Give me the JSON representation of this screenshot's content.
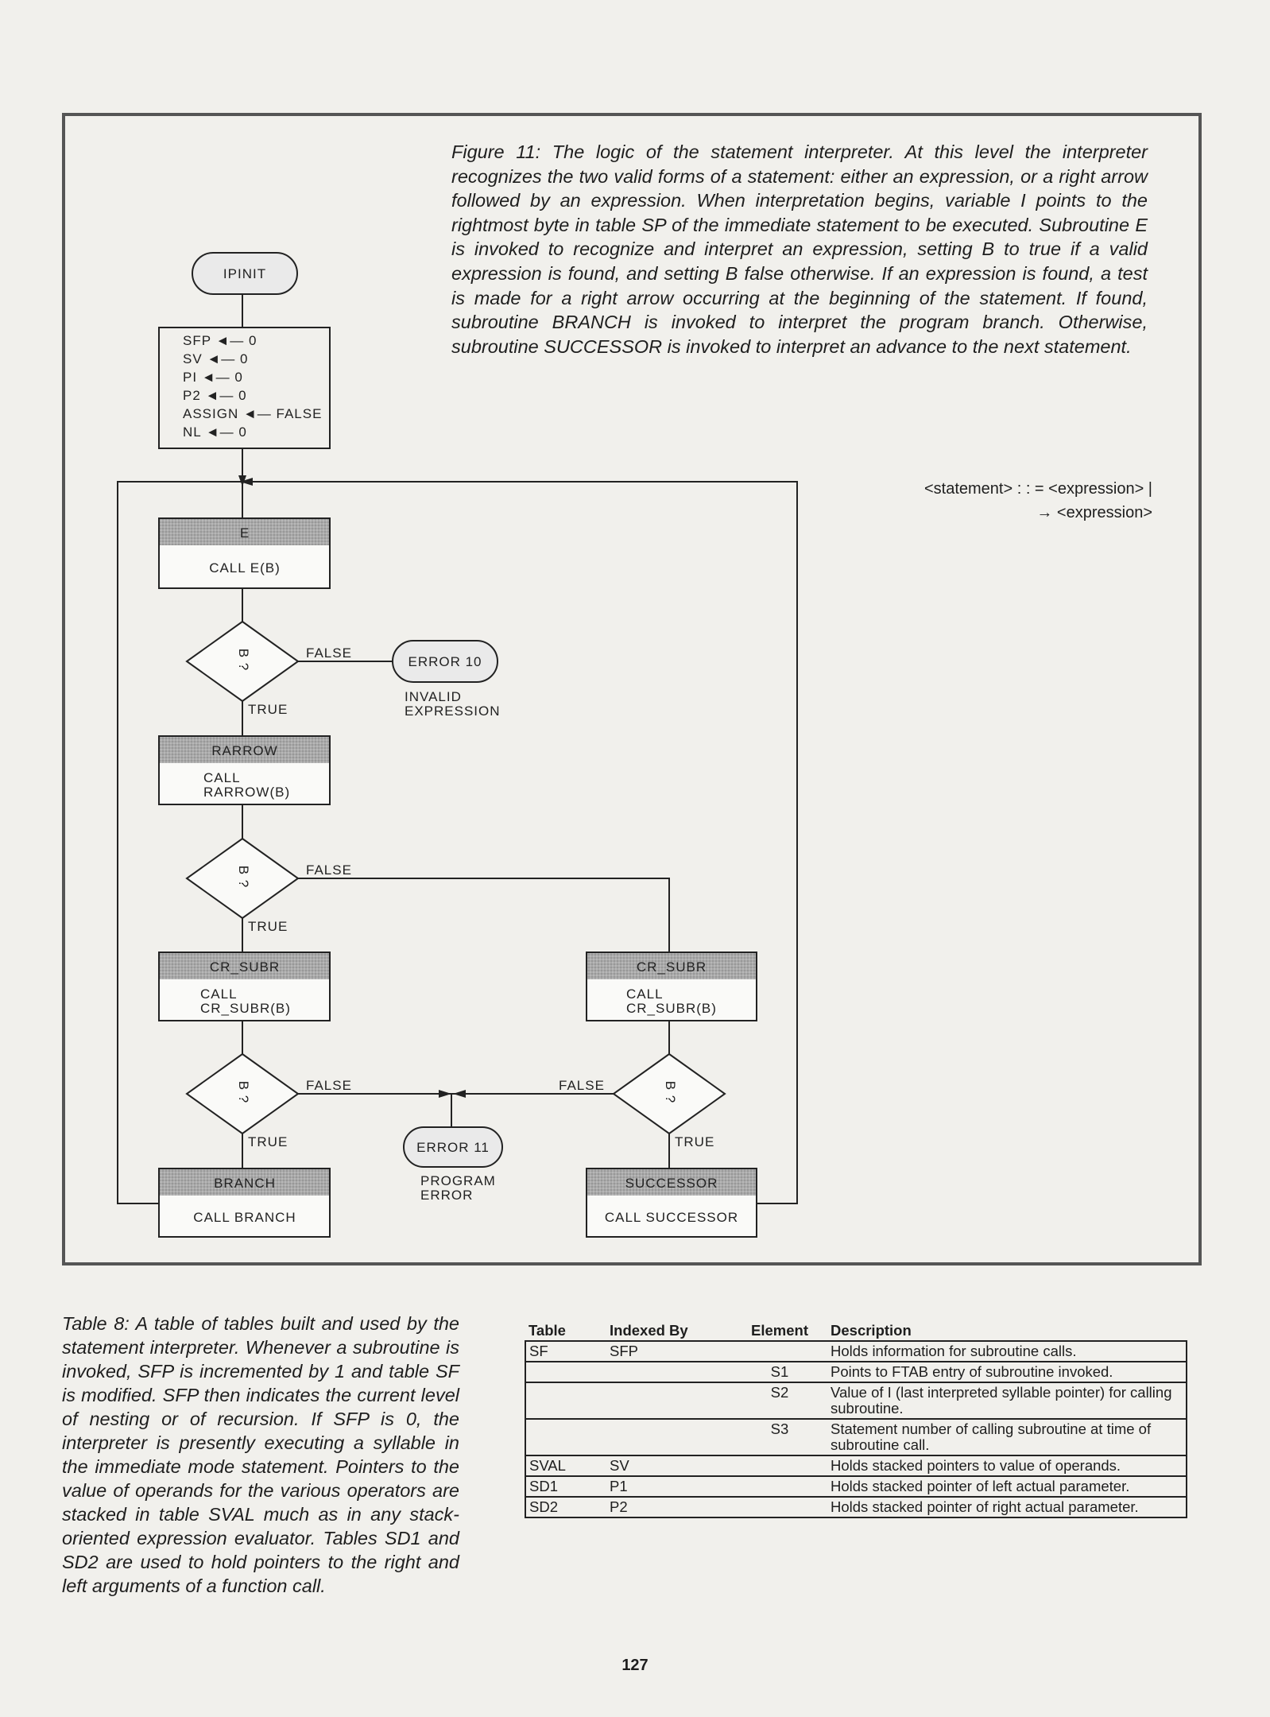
{
  "figure": {
    "caption": "Figure 11: The logic of the statement interpreter. At this level the interpreter recognizes the two valid forms of a statement: either an expression, or a right arrow followed by an expression. When interpretation begins, variable I points to the rightmost byte in table SP of the immediate statement to be executed. Subroutine E is invoked to recognize and interpret an expression, setting B to true if a valid expression is found, and setting B false otherwise. If an expression is found, a test is made for a right arrow occurring at the beginning of the statement. If found, subroutine BRANCH is invoked to interpret the program branch. Otherwise, subroutine SUCCESSOR is invoked to interpret an advance to the next statement.",
    "grammar_line1": "<statement> : : = <expression> |",
    "grammar_line2": "→ <expression>",
    "flow": {
      "start": "IPINIT",
      "init_lines": [
        "SFP ◄— 0",
        "SV ◄— 0",
        "PI ◄— 0",
        "P2 ◄— 0",
        "ASSIGN ◄— FALSE",
        "NL ◄— 0"
      ],
      "proc_e": {
        "header": "E",
        "body": "CALL  E(B)"
      },
      "decision_label": "B ?",
      "false_label": "FALSE",
      "true_label": "TRUE",
      "error10": {
        "label": "ERROR  10",
        "note1": "INVALID",
        "note2": "EXPRESSION"
      },
      "proc_rarrow": {
        "header": "RARROW",
        "body1": "CALL",
        "body2": "RARROW(B)"
      },
      "proc_crsubr": {
        "header": "CR_SUBR",
        "body1": "CALL",
        "body2": "CR_SUBR(B)"
      },
      "error11": {
        "label": "ERROR  11",
        "note1": "PROGRAM",
        "note2": "ERROR"
      },
      "proc_branch": {
        "header": "BRANCH",
        "body": "CALL  BRANCH"
      },
      "proc_successor": {
        "header": "SUCCESSOR",
        "body": "CALL  SUCCESSOR"
      }
    }
  },
  "table8": {
    "caption": "Table 8: A table of tables built and used by the statement interpreter. Whenever a subroutine is invoked, SFP is incremented by 1 and table SF is modified. SFP then indicates the current level of nesting or of recursion. If SFP is 0, the interpreter is presently executing a syllable in the immediate mode statement. Pointers to the value of operands for the various operators are stacked in table SVAL much as in any stack-oriented expression evaluator. Tables SD1 and SD2 are used to hold pointers to the right and left arguments of a function call.",
    "headers": [
      "Table",
      "Indexed By",
      "Element",
      "Description"
    ],
    "rows": [
      [
        "SF",
        "SFP",
        "",
        "Holds information for subroutine calls."
      ],
      [
        "",
        "",
        "S1",
        "Points to FTAB entry of subroutine invoked."
      ],
      [
        "",
        "",
        "S2",
        "Value of I (last interpreted syllable pointer) for calling subroutine."
      ],
      [
        "",
        "",
        "S3",
        "Statement number of calling subroutine at time of subroutine call."
      ],
      [
        "SVAL",
        "SV",
        "",
        "Holds stacked pointers to value of operands."
      ],
      [
        "SD1",
        "P1",
        "",
        "Holds stacked pointer of left actual parameter."
      ],
      [
        "SD2",
        "P2",
        "",
        "Holds stacked pointer of right actual parameter."
      ]
    ]
  },
  "page_number": "127"
}
